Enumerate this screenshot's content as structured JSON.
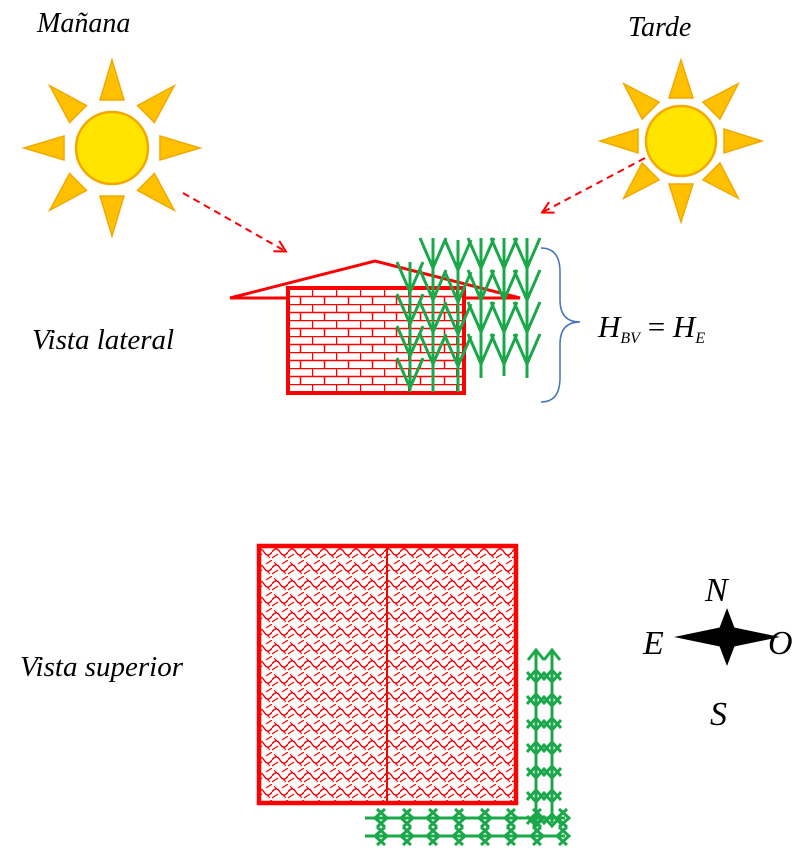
{
  "labels": {
    "morning": "Mañana",
    "afternoon": "Tarde",
    "side_view": "Vista lateral",
    "top_view": "Vista superior"
  },
  "formula": {
    "left_var": "H",
    "left_sub": "BV",
    "equals": "=",
    "right_var": "H",
    "right_sub": "E"
  },
  "compass": {
    "north": "N",
    "east": "E",
    "west": "O",
    "south": "S"
  },
  "colors": {
    "house": "#ff0000",
    "vegetation": "#1aa84a",
    "sun_core": "#ffe400",
    "sun_ray": "#ffc000",
    "sun_outline": "#f2a900",
    "sun_arrow": "#ff0000",
    "brace": "#4472c4",
    "compass": "#000000"
  }
}
